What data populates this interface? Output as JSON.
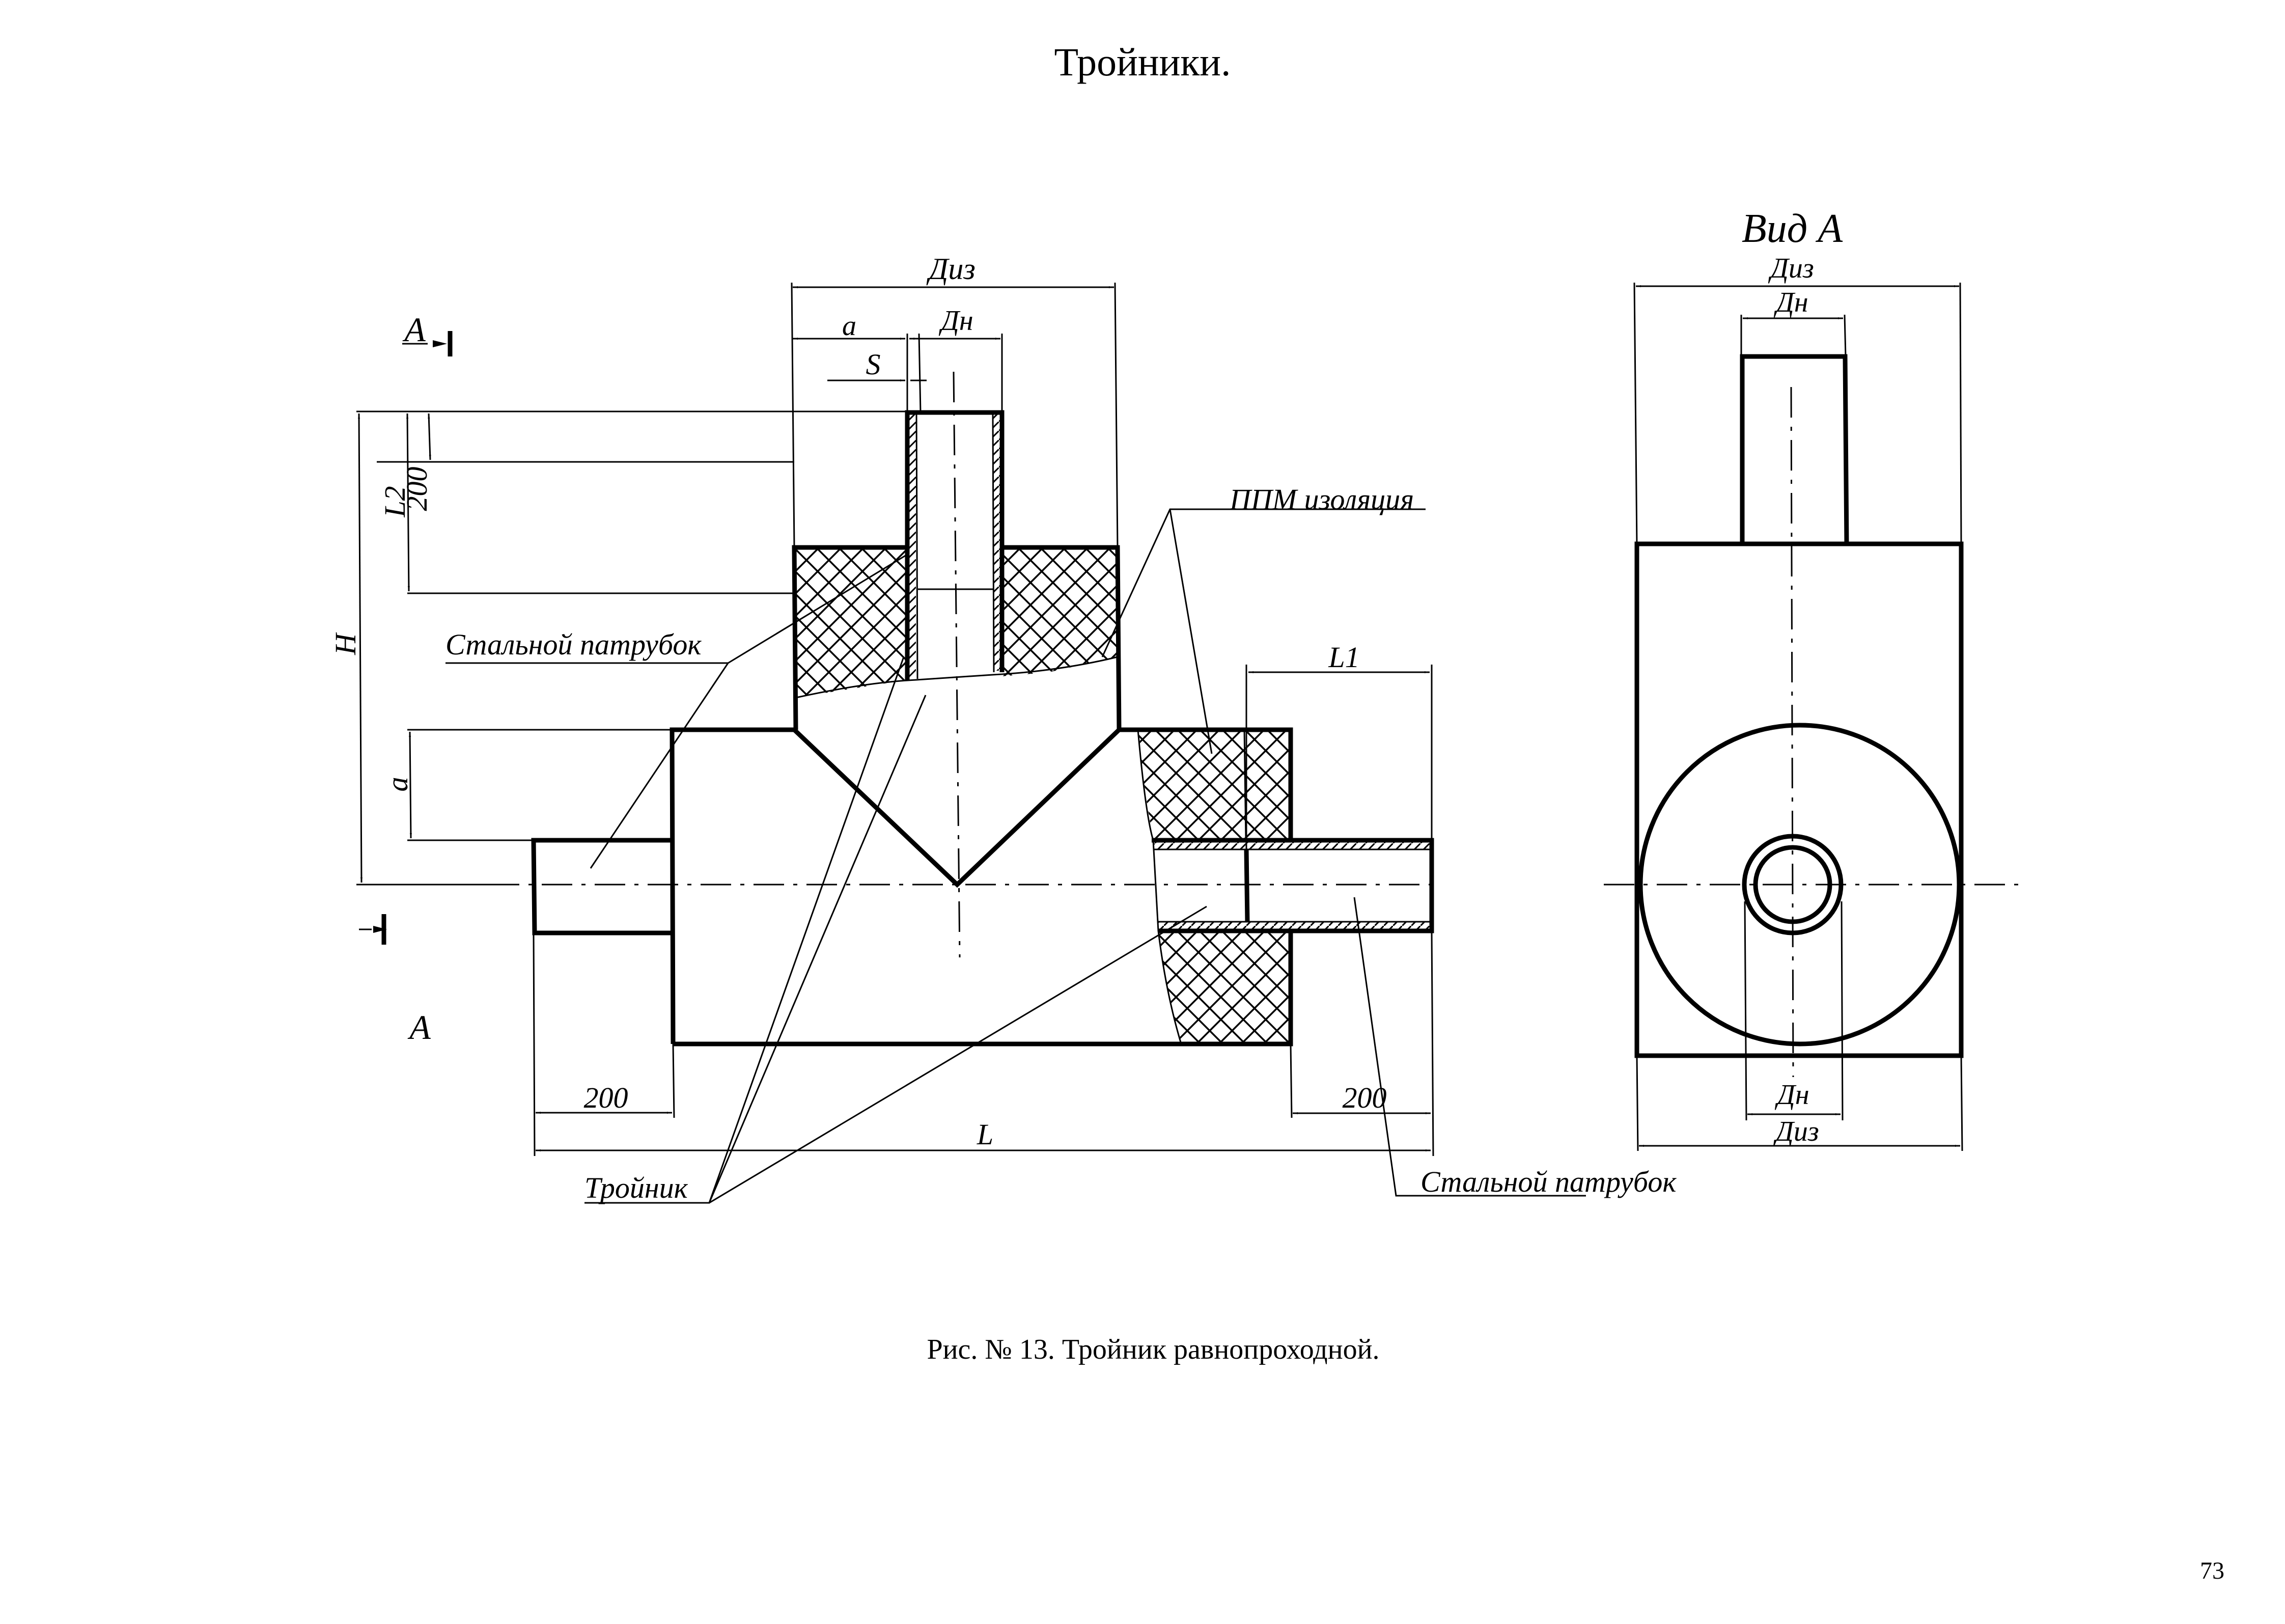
{
  "page": {
    "heading": "Тройники.",
    "caption": "Рис. № 13. Тройник равнопроходной.",
    "page_number": "73"
  },
  "main_view": {
    "section_marker_top": "А",
    "section_marker_bottom": "А",
    "dimensions": {
      "d_iz": "Диз",
      "a_top": "a",
      "d_n": "Дн",
      "s": "S",
      "l2": "L2",
      "h": "H",
      "len_200_vertical": "200",
      "a_side": "a",
      "l1": "L1",
      "len_200_left": "200",
      "len_200_right": "200",
      "l": "L"
    },
    "callouts": {
      "steel_branch_left": "Стальной патрубок",
      "ppm_insulation": "ППМ изоляция",
      "tee": "Тройник",
      "steel_branch_right": "Стальной патрубок"
    }
  },
  "view_a": {
    "title": "Вид А",
    "dimensions": {
      "d_iz_top": "Диз",
      "d_n_top": "Дн",
      "d_n_bottom": "Дн",
      "d_iz_bottom": "Диз"
    }
  }
}
